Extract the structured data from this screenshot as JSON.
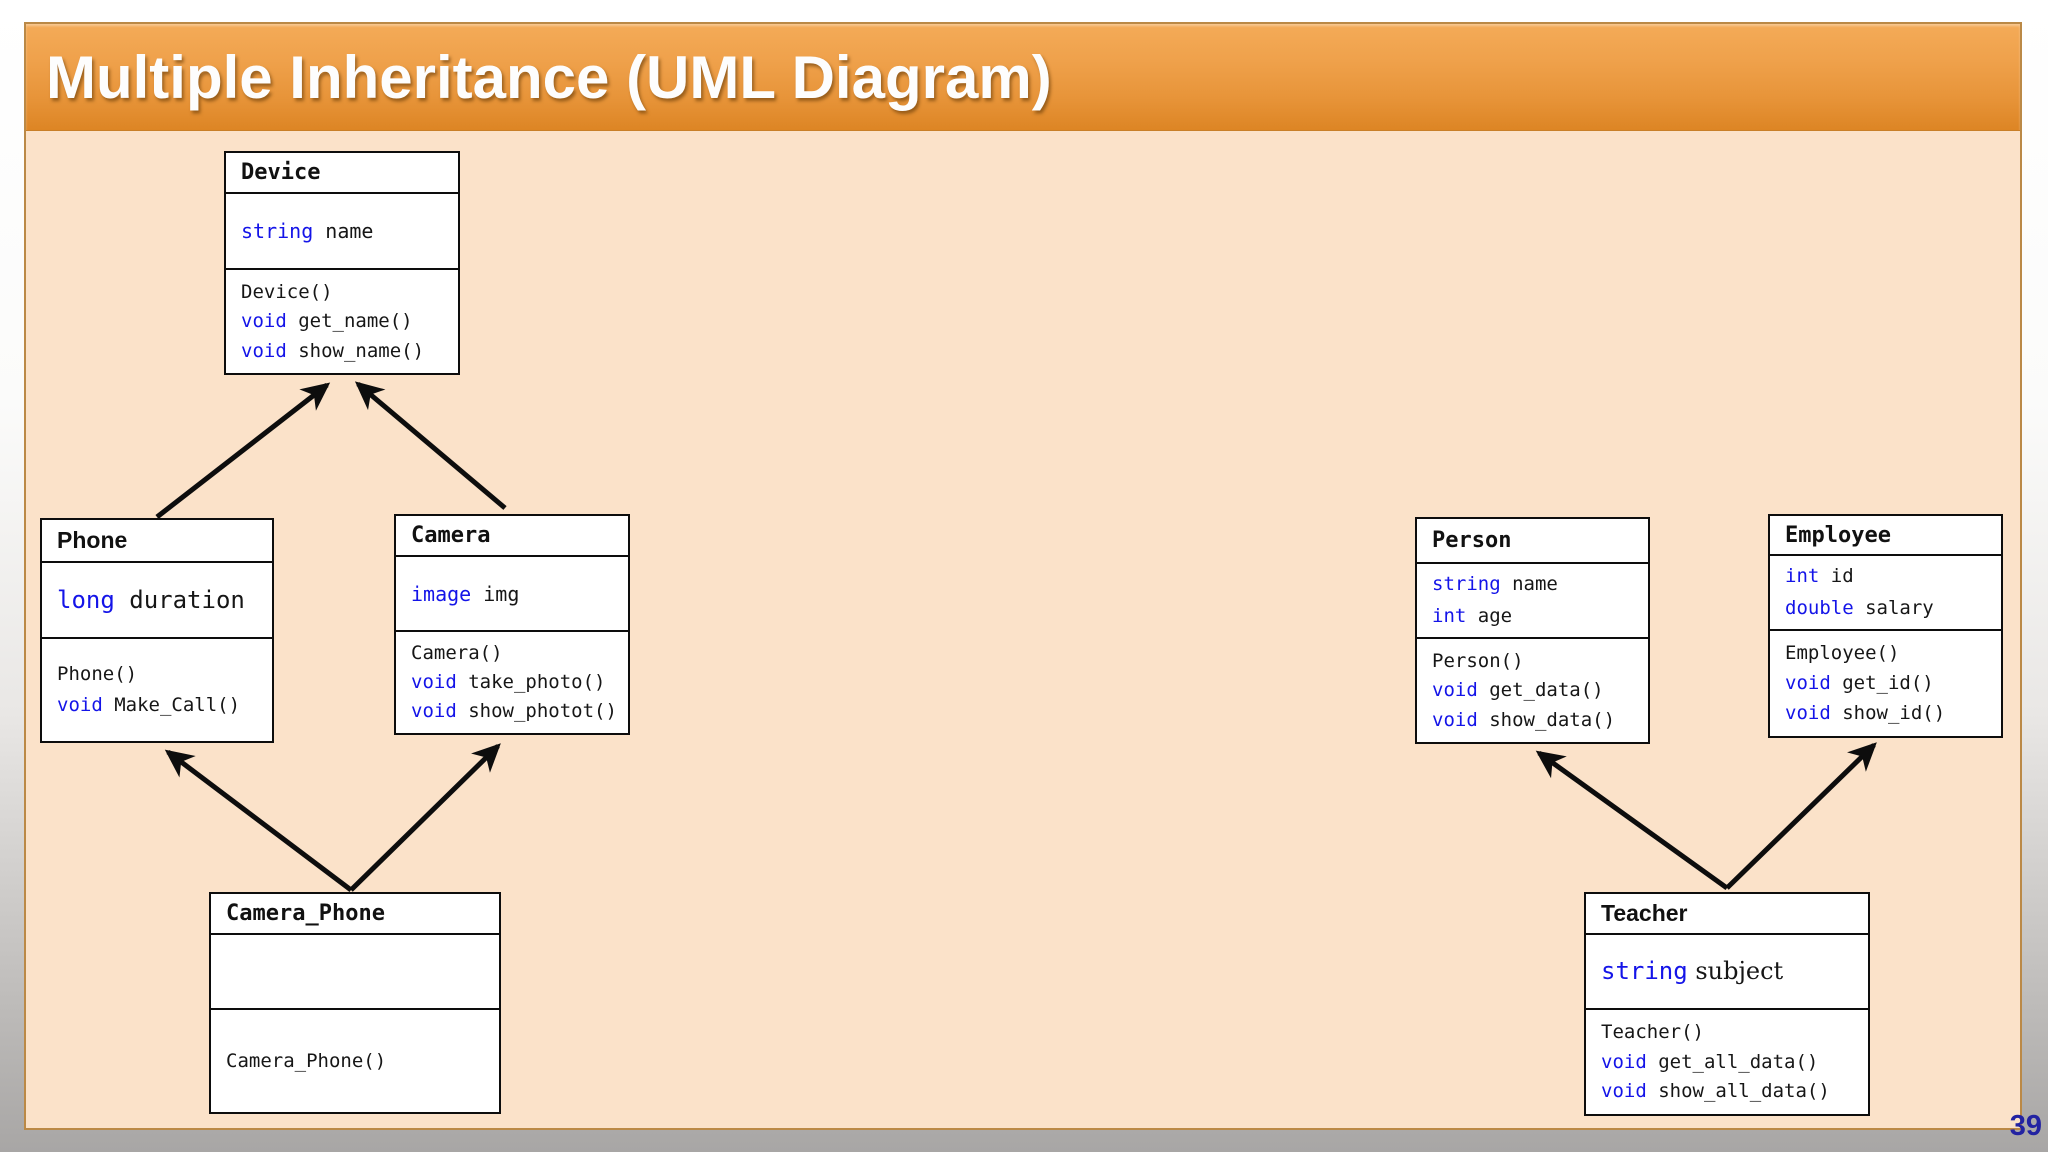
{
  "slide": {
    "title": "Multiple Inheritance (UML Diagram)",
    "page_number": "39",
    "colors": {
      "header_gradient_top": "#F4AB58",
      "header_gradient_bottom": "#DD8524",
      "slide_background": "#FBE2C9",
      "slide_border": "#BB8946",
      "keyword_blue": "#1414E8",
      "page_number_blue": "#2323A2",
      "box_background": "#FFFFFF",
      "box_border": "#0D0D0D"
    }
  },
  "classes": {
    "device": {
      "name": "Device",
      "attributes": [
        {
          "kw": "string",
          "rest": " name"
        }
      ],
      "methods": [
        {
          "kw": "",
          "rest": "Device()"
        },
        {
          "kw": "void",
          "rest": " get_name()"
        },
        {
          "kw": "void",
          "rest": " show_name()"
        }
      ]
    },
    "phone": {
      "name": "Phone",
      "attributes": [
        {
          "kw": "long",
          "rest": " duration"
        }
      ],
      "methods": [
        {
          "kw": "",
          "rest": "Phone()"
        },
        {
          "kw": "void",
          "rest": " Make_Call()"
        }
      ]
    },
    "camera": {
      "name": "Camera",
      "attributes": [
        {
          "kw": "image",
          "rest": " img"
        }
      ],
      "methods": [
        {
          "kw": "",
          "rest": "Camera()"
        },
        {
          "kw": "void",
          "rest": " take_photo()"
        },
        {
          "kw": "void",
          "rest": " show_photot()"
        }
      ]
    },
    "camera_phone": {
      "name": "Camera_Phone",
      "attributes": [],
      "methods": [
        {
          "kw": "",
          "rest": "Camera_Phone()"
        }
      ]
    },
    "person": {
      "name": "Person",
      "attributes": [
        {
          "kw": "string",
          "rest": " name"
        },
        {
          "kw": "int",
          "rest": " age"
        }
      ],
      "methods": [
        {
          "kw": "",
          "rest": "Person()"
        },
        {
          "kw": "void",
          "rest": " get_data()"
        },
        {
          "kw": "void",
          "rest": " show_data()"
        }
      ]
    },
    "employee": {
      "name": "Employee",
      "attributes": [
        {
          "kw": "int",
          "rest": " id"
        },
        {
          "kw": "double",
          "rest": " salary"
        }
      ],
      "methods": [
        {
          "kw": "",
          "rest": "Employee()"
        },
        {
          "kw": "void",
          "rest": " get_id()"
        },
        {
          "kw": "void",
          "rest": " show_id()"
        }
      ]
    },
    "teacher": {
      "name": "Teacher",
      "attributes": [
        {
          "kw": "string",
          "rest": " subject"
        }
      ],
      "methods": [
        {
          "kw": "",
          "rest": "Teacher()"
        },
        {
          "kw": "void",
          "rest": " get_all_data()"
        },
        {
          "kw": "void",
          "rest": " show_all_data()"
        }
      ]
    }
  },
  "relationships": [
    {
      "from": "Phone",
      "to": "Device"
    },
    {
      "from": "Camera",
      "to": "Device"
    },
    {
      "from": "Camera_Phone",
      "to": "Phone"
    },
    {
      "from": "Camera_Phone",
      "to": "Camera"
    },
    {
      "from": "Teacher",
      "to": "Person"
    },
    {
      "from": "Teacher",
      "to": "Employee"
    }
  ]
}
